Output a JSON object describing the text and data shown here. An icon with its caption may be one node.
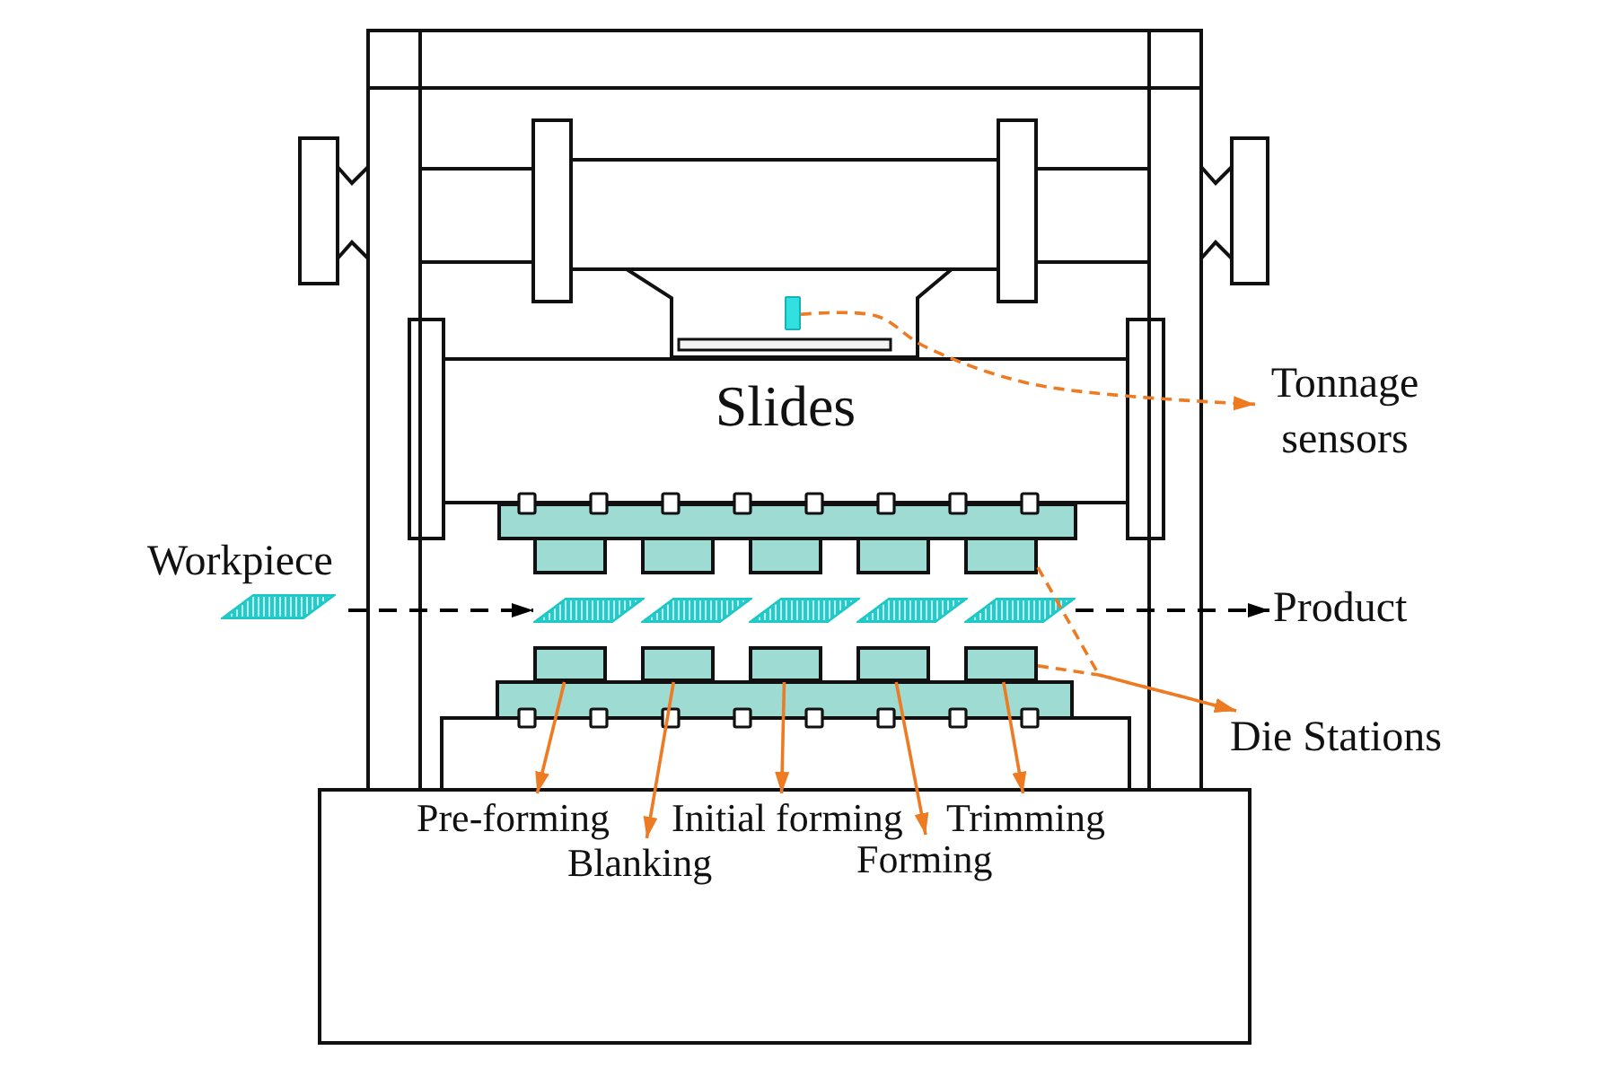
{
  "diagram": {
    "nodes": [
      {
        "text": [],
        "shape": "box"
      },
      {
        "text": [
          "Slides"
        ]
      },
      {
        "text": [
          "Tonnage sensors"
        ]
      },
      {
        "text": [],
        "shape": "box"
      },
      {
        "text": [],
        "shape": "box"
      },
      {
        "text": [],
        "shape": "box"
      },
      {
        "text": [],
        "shape": "box"
      },
      {
        "text": [],
        "shape": "box"
      },
      {
        "text": [
          "Workpiece"
        ]
      },
      {
        "text": [],
        "shape": "parallelogram"
      },
      {
        "text": [],
        "shape": "parallelogram"
      },
      {
        "text": [],
        "shape": "parallelogram"
      },
      {
        "text": [],
        "shape": "parallelogram"
      },
      {
        "text": [],
        "shape": "parallelogram"
      },
      {
        "text": [
          "Product"
        ]
      },
      {
        "text": [],
        "shape": "box"
      },
      {
        "text": [],
        "shape": "box"
      },
      {
        "text": [],
        "shape": "box"
      },
      {
        "text": [],
        "shape": "box"
      },
      {
        "text": [],
        "shape": "box"
      },
      {
        "text": [
          "Die Stations"
        ]
      },
      {
        "text": [
          "Pre-forming"
        ]
      },
      {
        "text": [
          "Initial forming"
        ]
      },
      {
        "text": [
          "Trimming"
        ]
      },
      {
        "text": [
          "Blanking"
        ]
      },
      {
        "text": [
          "Forming"
        ]
      }
    ],
    "edges": [
      {
        "from": 0,
        "to": 2,
        "arrow": "to",
        "style": "dashed"
      },
      {
        "from": 8,
        "to": 9,
        "arrow": "to",
        "style": "dashed",
        "color": "#000000"
      },
      {
        "from": 13,
        "to": 14,
        "arrow": "to",
        "style": "dashed",
        "color": "#000000"
      },
      {
        "from": 7,
        "to": 20,
        "arrow": "to",
        "style": "dashed"
      },
      {
        "from": 19,
        "to": 20,
        "arrow": "to",
        "style": "dashed"
      },
      {
        "from": 15,
        "to": 21,
        "arrow": "to"
      },
      {
        "from": 16,
        "to": 24,
        "arrow": "to"
      },
      {
        "from": 17,
        "to": 22,
        "arrow": "to"
      },
      {
        "from": 18,
        "to": 25,
        "arrow": "to"
      },
      {
        "from": 19,
        "to": 23,
        "arrow": "to"
      }
    ]
  }
}
